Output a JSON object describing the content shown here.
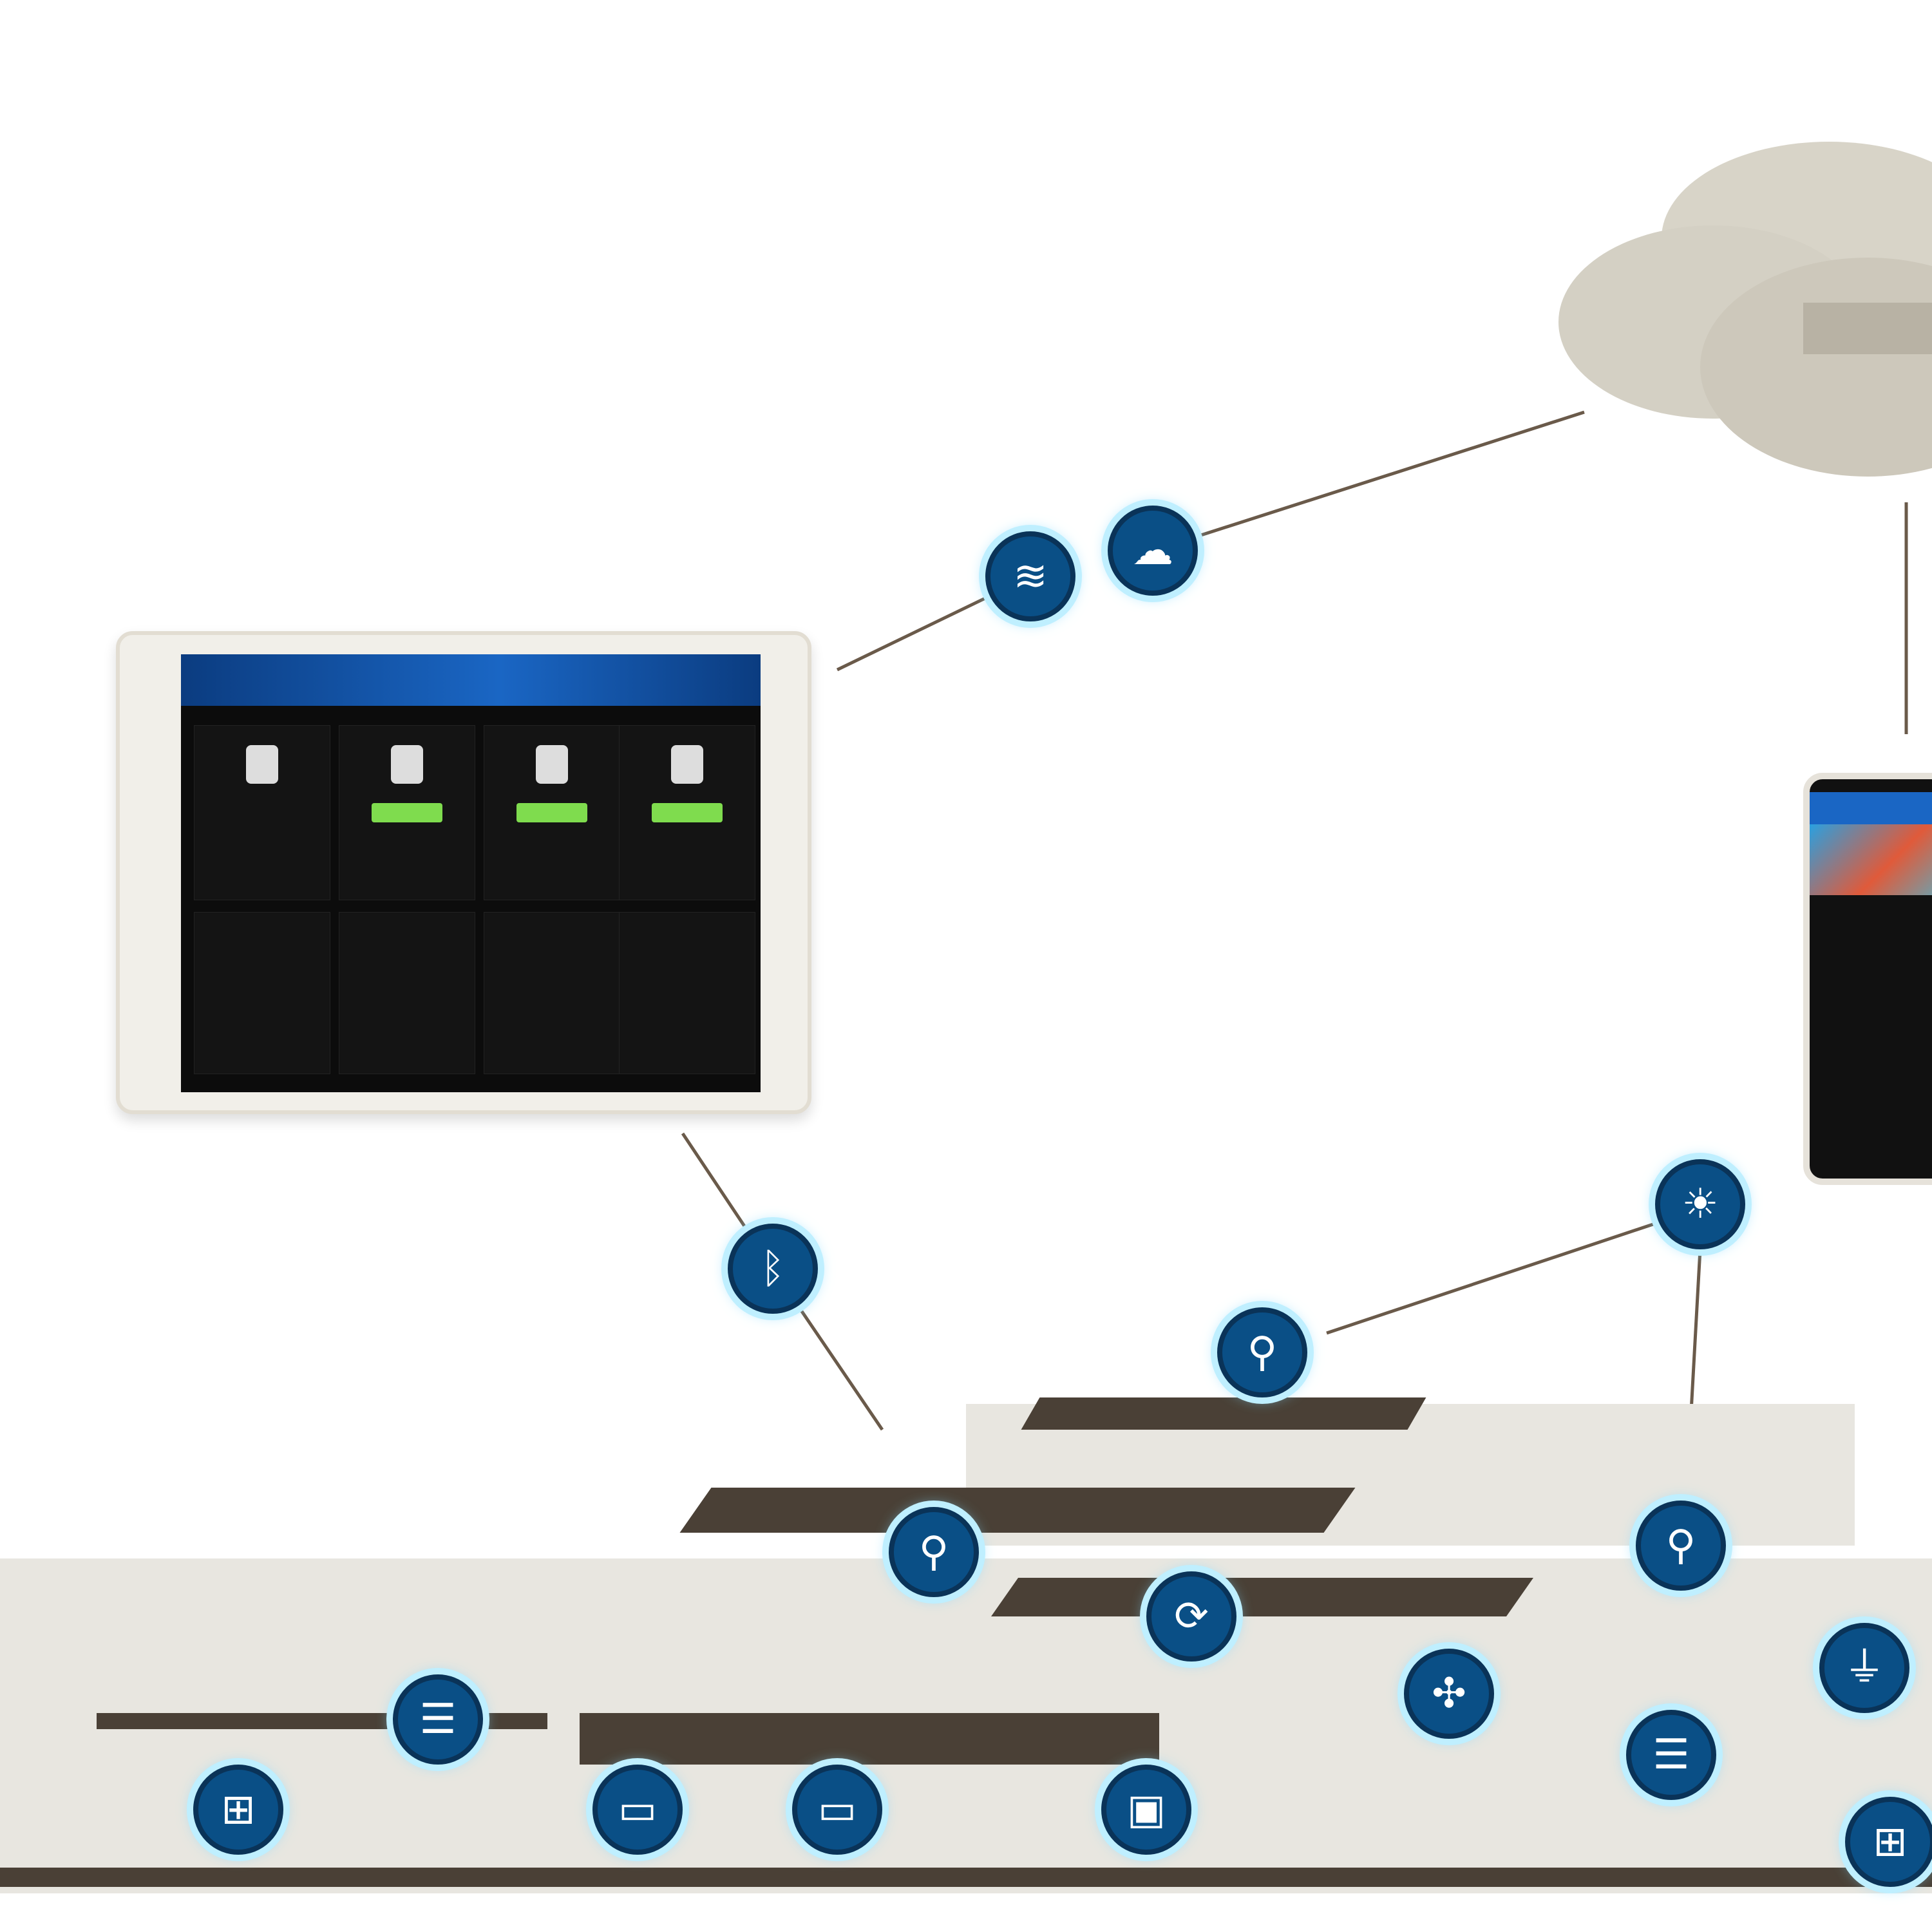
{
  "diagram": {
    "title": "",
    "devices": [
      {
        "id": "tablet",
        "kind": "tablet-display"
      },
      {
        "id": "phone",
        "kind": "smartphone-display"
      },
      {
        "id": "cloud",
        "kind": "cloud-server"
      }
    ],
    "nodes": [
      {
        "icon": "wifi-icon",
        "glyph": "≋"
      },
      {
        "icon": "cloud-upload-icon",
        "glyph": "☁"
      },
      {
        "icon": "bluetooth-icon",
        "glyph": "ᛒ"
      },
      {
        "icon": "light-bulb-icon",
        "glyph": "☀"
      },
      {
        "icon": "location-pin-icon",
        "glyph": "⚲"
      },
      {
        "icon": "location-pin-icon",
        "glyph": "⚲"
      },
      {
        "icon": "refresh-icon",
        "glyph": "⟳"
      },
      {
        "icon": "location-pin-icon",
        "glyph": "⚲"
      },
      {
        "icon": "plug-icon",
        "glyph": "⏚"
      },
      {
        "icon": "fan-icon",
        "glyph": "✣"
      },
      {
        "icon": "list-icon",
        "glyph": "☰"
      },
      {
        "icon": "relay-icon",
        "glyph": "⊞"
      },
      {
        "icon": "relay-icon",
        "glyph": "⊞"
      },
      {
        "icon": "list-icon",
        "glyph": "☰"
      },
      {
        "icon": "battery-icon",
        "glyph": "▭"
      },
      {
        "icon": "battery-icon",
        "glyph": "▭"
      },
      {
        "icon": "tv-icon",
        "glyph": "▣"
      }
    ],
    "colors": {
      "node": "#0a4f86",
      "glow": "#bfefff",
      "deck": "#4a4036",
      "accent_green": "#7fdc4e"
    }
  }
}
